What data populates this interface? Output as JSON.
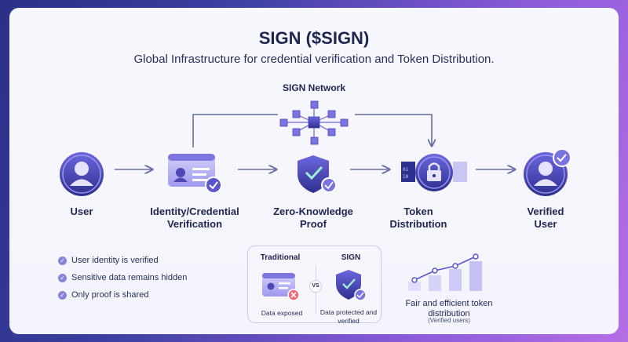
{
  "header": {
    "title": "SIGN ($SIGN)",
    "subtitle": "Global Infrastructure for credential verification and Token Distribution."
  },
  "network": {
    "label": "SIGN Network"
  },
  "steps": [
    {
      "label": "User",
      "icon": "user-icon"
    },
    {
      "label": "Identity/Credential Verification",
      "icon": "id-card-icon"
    },
    {
      "label": "Zero-Knowledge Proof",
      "icon": "shield-check-icon"
    },
    {
      "label": "Token Distribution",
      "icon": "lock-icon"
    },
    {
      "label": "Verified User",
      "icon": "verified-user-icon"
    }
  ],
  "bullets": [
    "User identity is verified",
    "Sensitive data remains hidden",
    "Only proof is shared"
  ],
  "comparison": {
    "left_title": "Traditional",
    "left_caption": "Data exposed",
    "vs": "VS",
    "right_title": "SIGN",
    "right_caption": "Data protected and verified"
  },
  "distribution": {
    "text": "Fair and efficient token distribution",
    "sub": "(Verified users)"
  },
  "colors": {
    "accent": "#6b63d6",
    "dark": "#1f2550",
    "light_purple": "#c9c6f4"
  }
}
